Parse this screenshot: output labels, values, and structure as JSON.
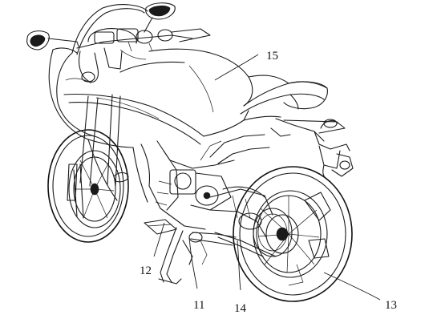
{
  "reference_numerals": {
    "n15": "15",
    "n12": "12",
    "n11": "11",
    "n14": "14",
    "n13": "13"
  }
}
